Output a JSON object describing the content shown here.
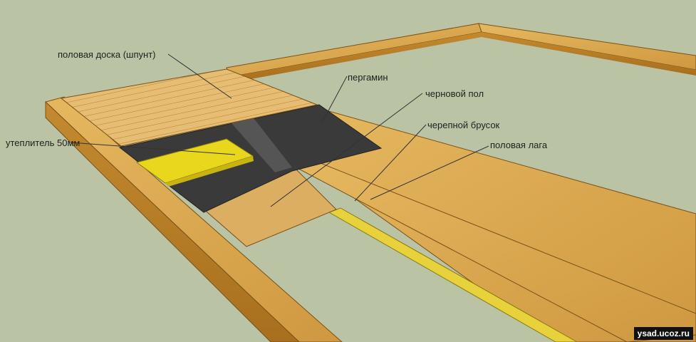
{
  "labels": {
    "floor_board": "половая доска (шпунт)",
    "pergamin": "пергамин",
    "subfloor": "черновой пол",
    "insulation": "утеплитель 50мм",
    "cranial_bar": "черепной брусок",
    "floor_joist": "половая лага"
  },
  "watermark": "ysad.ucoz.ru",
  "colors": {
    "background": "#bac3a4",
    "wood": "#d9a447",
    "wood_dark": "#b57a22",
    "board": "#e2b56a",
    "pergamin": "#3a3a3a",
    "insulation": "#e8d71c"
  }
}
